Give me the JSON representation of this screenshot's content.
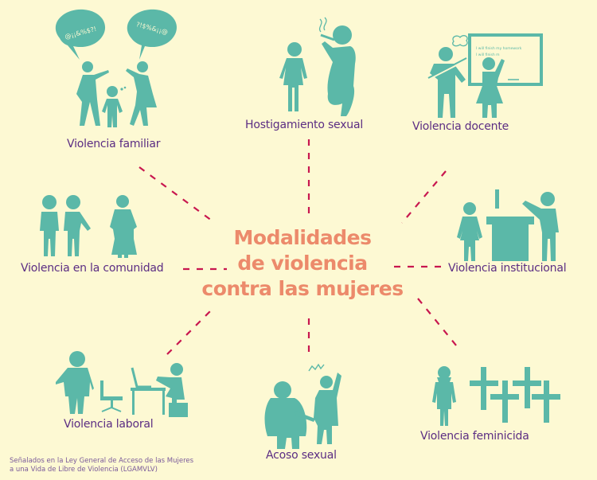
{
  "title": {
    "line1": "Modalidades",
    "line2": "de violencia",
    "line3": "contra las mujeres"
  },
  "modalities": [
    {
      "id": "familiar",
      "label": "Violencia familiar",
      "icon": "family-argument-icon",
      "speech_bubbles": [
        "@¡¡&%$?!",
        "?!$%&¡¡@"
      ]
    },
    {
      "id": "hostigamiento",
      "label": "Hostigamiento sexual",
      "icon": "harassment-smoking-man-icon"
    },
    {
      "id": "docente",
      "label": "Violencia docente",
      "icon": "teacher-blackboard-icon",
      "blackboard_lines": [
        "I will finish my homework",
        "I will finish m"
      ]
    },
    {
      "id": "comunidad",
      "label": "Violencia en la comunidad",
      "icon": "community-people-icon"
    },
    {
      "id": "institucional",
      "label": "Violencia institucional",
      "icon": "institution-desk-icon"
    },
    {
      "id": "laboral",
      "label": "Violencia laboral",
      "icon": "office-workplace-icon"
    },
    {
      "id": "acoso",
      "label": "Acoso sexual",
      "icon": "sexual-assault-icon"
    },
    {
      "id": "feminicida",
      "label": "Violencia feminicida",
      "icon": "woman-crosses-icon"
    }
  ],
  "footnote": {
    "line1": "Señalados en la Ley General de Acceso de las Mujeres",
    "line2": "a una Vida de Libre de Violencia (LGAMVLV)"
  },
  "colors": {
    "background": "#fdf9d3",
    "icons": "#5bb8a8",
    "labels": "#5b2d83",
    "title": "#ec8a6b",
    "connectors": "#c8174f"
  }
}
